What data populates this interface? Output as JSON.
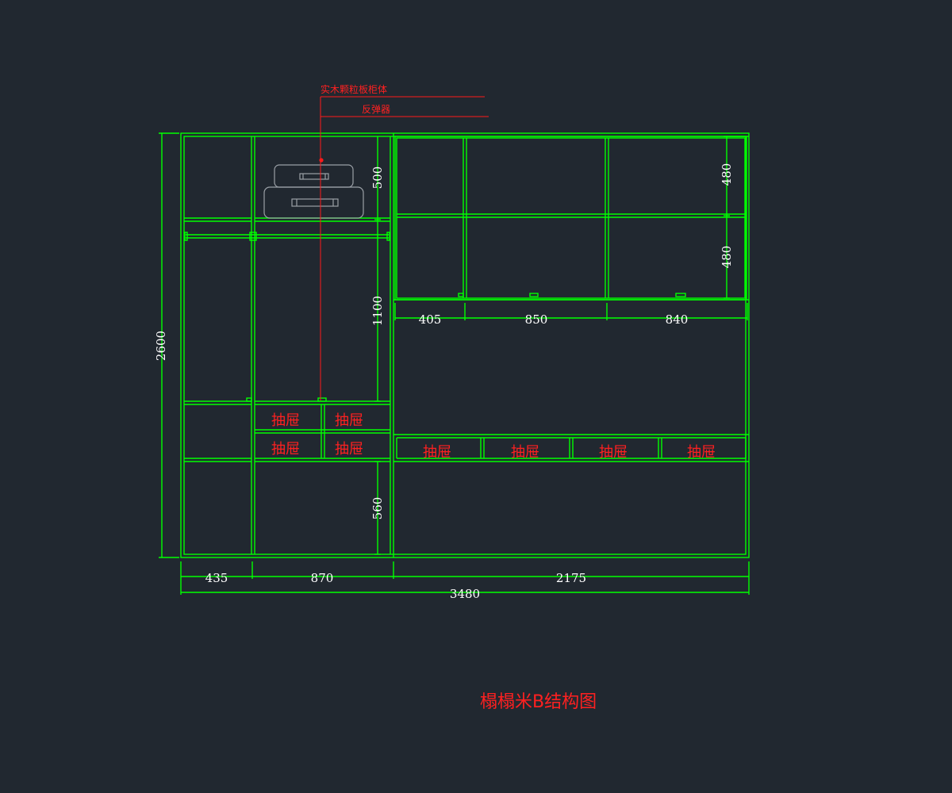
{
  "drawing": {
    "title": "榻榻米B结构图",
    "callouts": [
      "实木颗粒板柜体",
      "反弹器"
    ],
    "drawer_label": "抽屉",
    "dimensions": {
      "overall_height": "2600",
      "overall_width": "3480",
      "bottom_widths": [
        "435",
        "870",
        "2175"
      ],
      "upper_right_widths": [
        "405",
        "850",
        "840"
      ],
      "right_heights": [
        "480",
        "480"
      ],
      "mid_heights": [
        "500",
        "1100",
        "560"
      ]
    }
  }
}
